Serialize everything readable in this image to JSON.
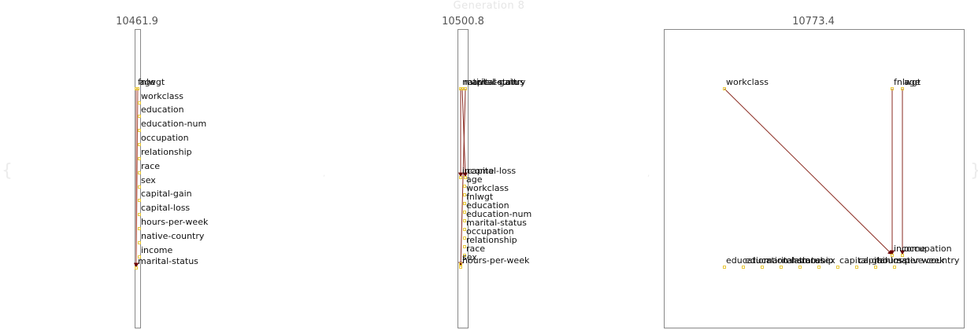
{
  "title": "Generation 8",
  "colors": {
    "node": "#e8c83a",
    "edge_dark": "#6b0000",
    "edge_light": "#b05a4a",
    "frame": "#888888"
  },
  "panels": [
    {
      "score": "10461.9",
      "nodes": [
        "fnlwgt",
        "age",
        "workclass",
        "education",
        "education-num",
        "occupation",
        "relationship",
        "race",
        "sex",
        "capital-gain",
        "capital-loss",
        "hours-per-week",
        "native-country",
        "income",
        "marital-status"
      ],
      "edges": [
        [
          "fnlwgt",
          "marital-status"
        ],
        [
          "age",
          "marital-status"
        ]
      ]
    },
    {
      "score": "10500.8",
      "nodes": [
        "native-country",
        "marital-status",
        "capital-gain",
        "income",
        "capital-loss",
        "age",
        "workclass",
        "fnlwgt",
        "education",
        "education-num",
        "occupation",
        "relationship",
        "race",
        "sex",
        "hours-per-week"
      ],
      "edges": [
        [
          "native-country",
          "income"
        ],
        [
          "marital-status",
          "capital-loss"
        ],
        [
          "capital-gain",
          "hours-per-week"
        ]
      ]
    },
    {
      "score": "10773.4",
      "nodes": [
        "workclass",
        "fnlwgt",
        "age",
        "income",
        "occupation",
        "education",
        "education-num",
        "marital-status",
        "relationship",
        "race",
        "sex",
        "capital-gain",
        "capital-loss",
        "hours-per-week",
        "native-country"
      ],
      "edges": [
        [
          "workclass",
          "income"
        ],
        [
          "fnlwgt",
          "income"
        ],
        [
          "age",
          "occupation"
        ]
      ]
    }
  ]
}
